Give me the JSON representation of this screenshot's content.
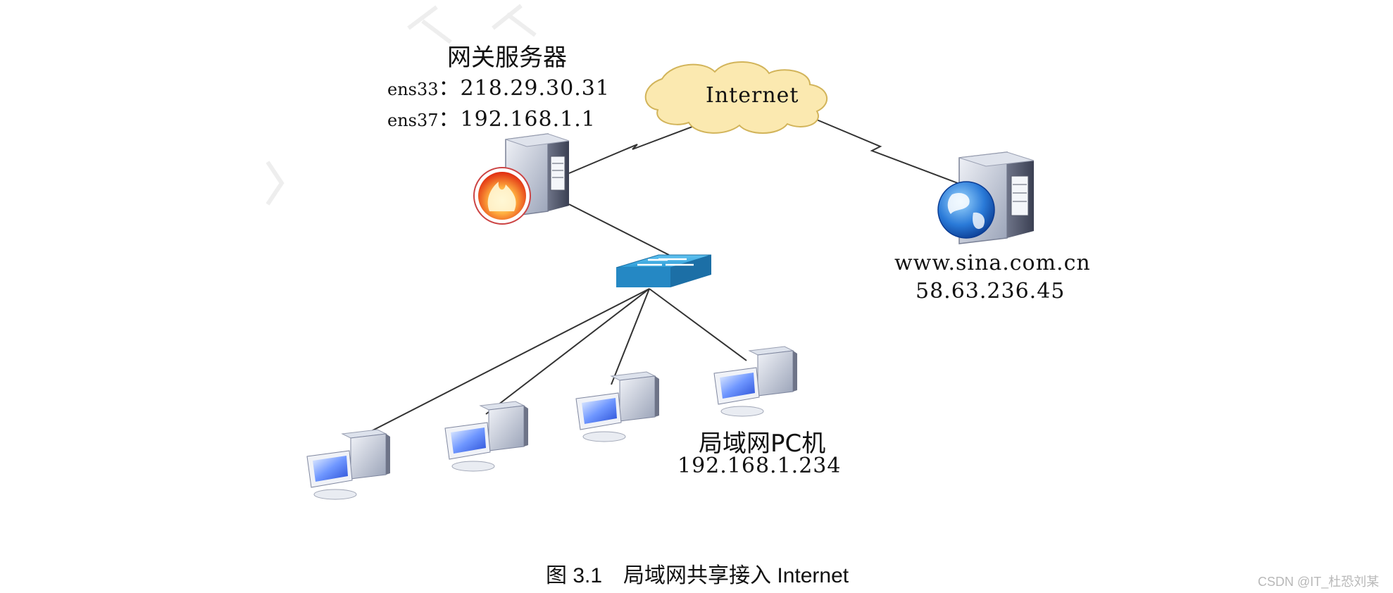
{
  "gateway": {
    "title": "网关服务器",
    "ifaces": [
      {
        "name": "ens33",
        "sep": "：",
        "ip": "218.29.30.31"
      },
      {
        "name": "ens37",
        "sep": "：",
        "ip": "192.168.1.1"
      }
    ],
    "icon": "firewall-server-icon"
  },
  "internet": {
    "label": "Internet",
    "icon": "cloud-icon",
    "fill": "#fbe9b0"
  },
  "web_server": {
    "host": "www.sina.com.cn",
    "ip": "58.63.236.45",
    "icon": "globe-server-icon"
  },
  "switch": {
    "icon": "switch-icon",
    "color": "#2d9bd6"
  },
  "lan_pc": {
    "title": "局域网PC机",
    "ip": "192.168.1.234",
    "icon": "pc-icon"
  },
  "caption": "图 3.1　局域网共享接入 Internet",
  "watermark": "CSDN @IT_杜恐刘某"
}
